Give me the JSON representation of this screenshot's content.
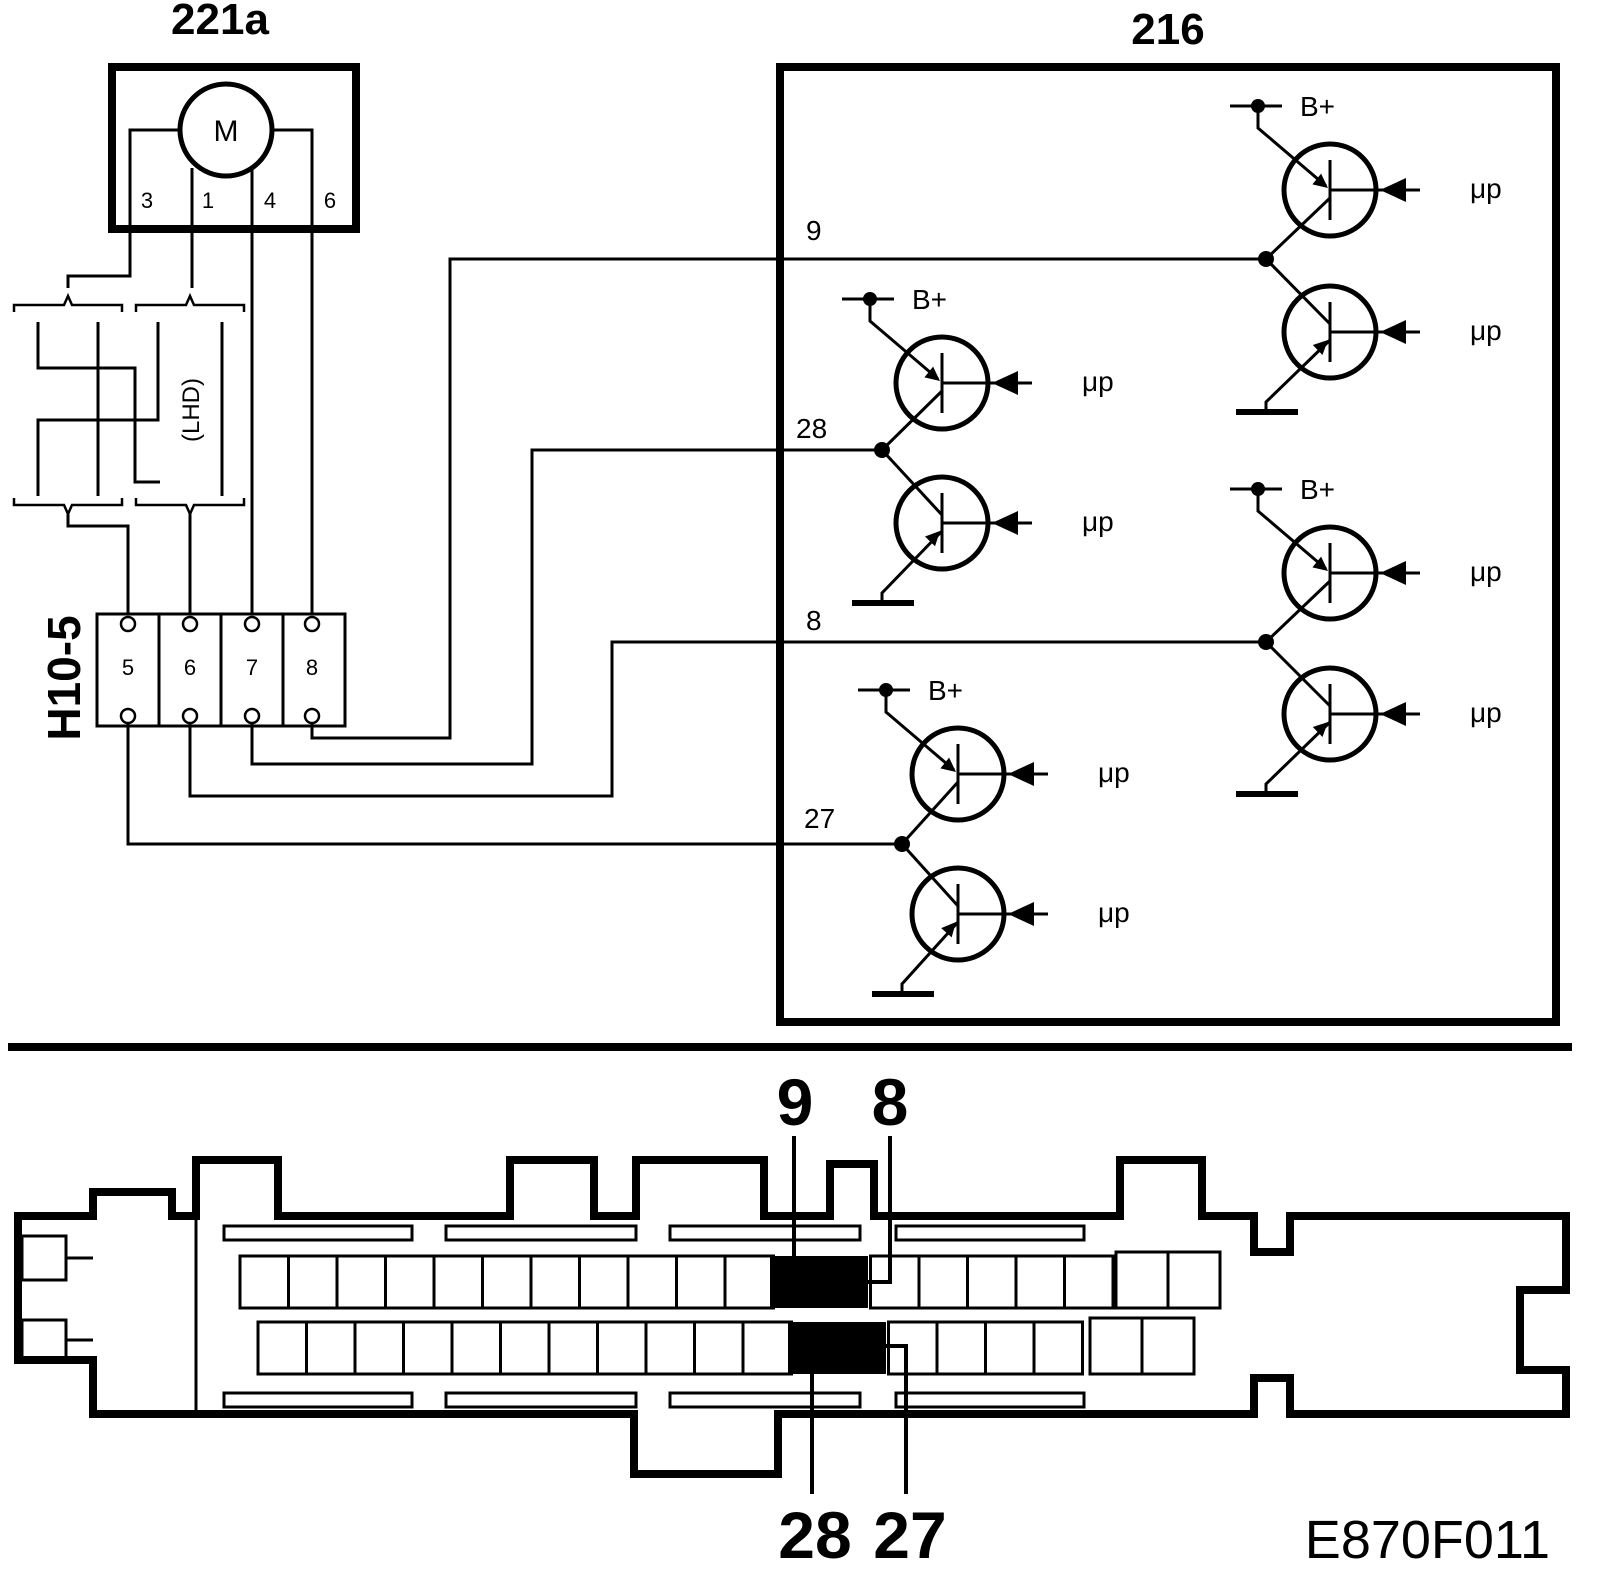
{
  "motor": {
    "id": "221a",
    "symbol": "M",
    "pins": [
      "3",
      "1",
      "4",
      "6"
    ]
  },
  "module": {
    "id": "216",
    "supply_label": "B+",
    "control_label": "μp",
    "outputs": [
      "9",
      "28",
      "8",
      "27"
    ]
  },
  "connector": {
    "id": "H10-5",
    "pins": [
      "5",
      "6",
      "7",
      "8"
    ],
    "variant_label": "(LHD)"
  },
  "ecu_plug": {
    "top_pins": [
      "9",
      "8"
    ],
    "bottom_pins": [
      "28",
      "27"
    ]
  },
  "figure_code": "E870F011"
}
